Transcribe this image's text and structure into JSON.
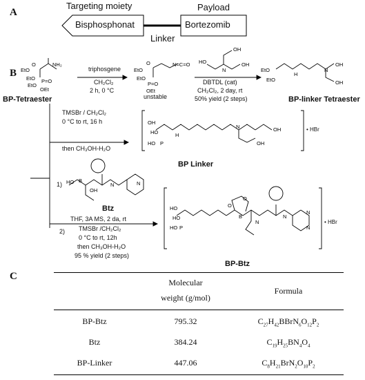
{
  "panelA": {
    "label": "A",
    "targeting_moiety": "Targeting moiety",
    "payload": "Payload",
    "bisphosphonate": "Bisphosphonat",
    "bortezomib": "Bortezomib",
    "linker": "Linker"
  },
  "panelB": {
    "label": "B",
    "bp_tetraester": "BP-Tetraester",
    "reagent1": "triphosgene",
    "cond1a": "CH₂Cl₂",
    "cond1b": "2 h, 0 °C",
    "unstable": "unstable",
    "reagent2": "DBTDL (cat)",
    "cond2a": "CH₂Cl₂, 2 day, rt",
    "cond2b": "50% yield (2 steps)",
    "bp_linker_tetraester": "BP-linker Tetraester",
    "step_a1": "TMSBr / CH₂Cl₂",
    "step_a2": "0 °C to rt, 16 h",
    "step_a3": "then CH₃OH-H₂O",
    "bp_linker": "BP Linker",
    "hbr": "• HBr",
    "step_1": "1)",
    "btz": "Btz",
    "step_2": "2)",
    "cond3a": "THF, 3A MS, 2 da, rt",
    "cond3b": "TMSBr /CH₂Cl₂",
    "cond3c": "0 °C to rt, 12h",
    "cond3d": "then CH₃OH-H₂O",
    "cond3e": "95 % yield (2 steps)",
    "bp_btz": "BP-Btz"
  },
  "panelC": {
    "label": "C",
    "headers": {
      "mw_line1": "Molecular",
      "mw_line2": "weight (g/mol)",
      "formula": "Formula"
    },
    "rows": [
      {
        "name": "BP-Btz",
        "mw": "795.32",
        "formula": "C27H42BBrN6O12P2"
      },
      {
        "name": "Btz",
        "mw": "384.24",
        "formula": "C19H25BN4O4"
      },
      {
        "name": "BP-Linker",
        "mw": "447.06",
        "formula": "C8H21BrN2O10P2"
      }
    ]
  }
}
